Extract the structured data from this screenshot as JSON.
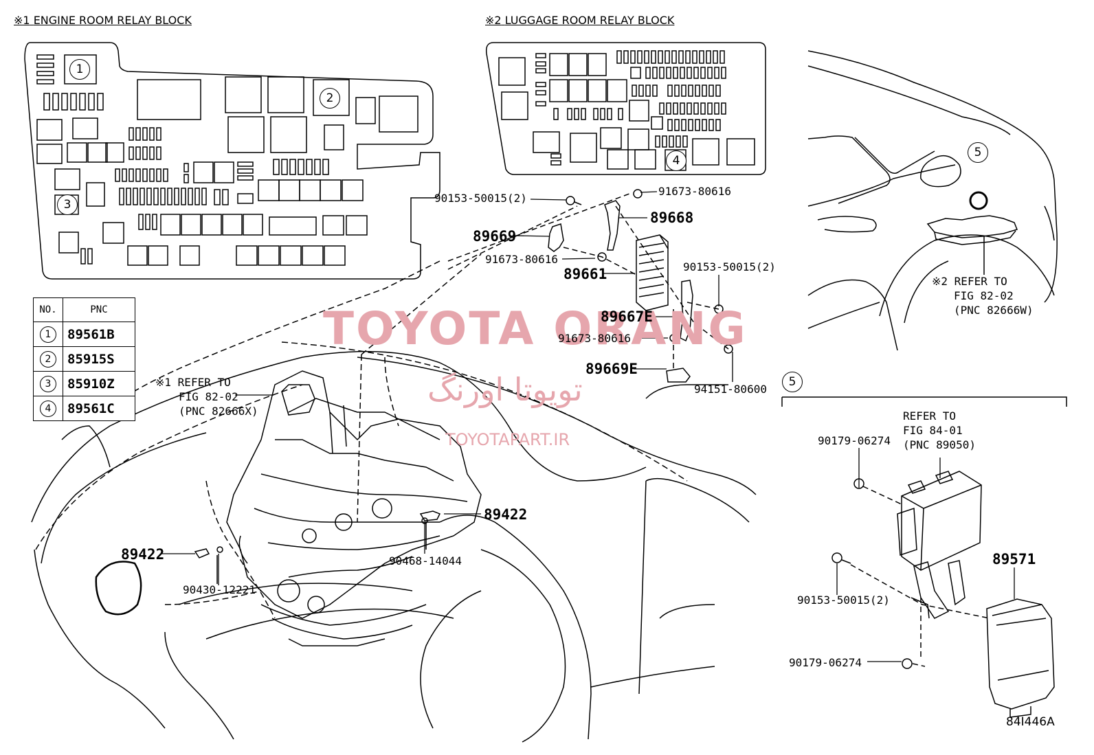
{
  "headers": {
    "engine_room": {
      "marker": "※1",
      "title": "ENGINE ROOM RELAY BLOCK"
    },
    "luggage_room": {
      "marker": "※2",
      "title": "LUGGAGE ROOM RELAY BLOCK"
    }
  },
  "callouts": {
    "c1": "1",
    "c2": "2",
    "c3": "3",
    "c4": "4",
    "c5_car": "5",
    "c5_section": "5"
  },
  "table": {
    "col_no": "NO.",
    "col_pnc": "PNC",
    "rows": [
      {
        "no": "1",
        "pnc": "89561B"
      },
      {
        "no": "2",
        "pnc": "85915S"
      },
      {
        "no": "3",
        "pnc": "85910Z"
      },
      {
        "no": "4",
        "pnc": "89561C"
      }
    ]
  },
  "parts": {
    "p90153_top": "90153-50015(2)",
    "p91673_top": "91673-80616",
    "p89668": "89668",
    "p89669": "89669",
    "p91673_mid": "91673-80616",
    "p89661": "89661",
    "p90153_right": "90153-50015(2)",
    "p89667E": "89667E",
    "p91673_low": "91673-80616",
    "p89669E": "89669E",
    "p94151": "94151-80600",
    "p89422_right": "89422",
    "p89422_left": "89422",
    "p90468": "90468-14044",
    "p90430": "90430-12221",
    "p90179_top": "90179-06274",
    "p89571": "89571",
    "p90153_sec5": "90153-50015(2)",
    "p90179_bottom": "90179-06274"
  },
  "references": {
    "ref_engine": {
      "line1": "※1 REFER TO",
      "line2": "FIG 82-02",
      "line3": "(PNC 82666X)"
    },
    "ref_luggage": {
      "line1": "※2 REFER TO",
      "line2": "FIG 82-02",
      "line3": "(PNC 82666W)"
    },
    "ref_sec5": {
      "line1": "REFER TO",
      "line2": "FIG 84-01",
      "line3": "(PNC 89050)"
    }
  },
  "watermark": {
    "brand": "TOYOTA ORANG",
    "persian": "تویوتا اورنگ",
    "site": "TOYOTAPART.IR"
  },
  "figure_id": "84I446A"
}
